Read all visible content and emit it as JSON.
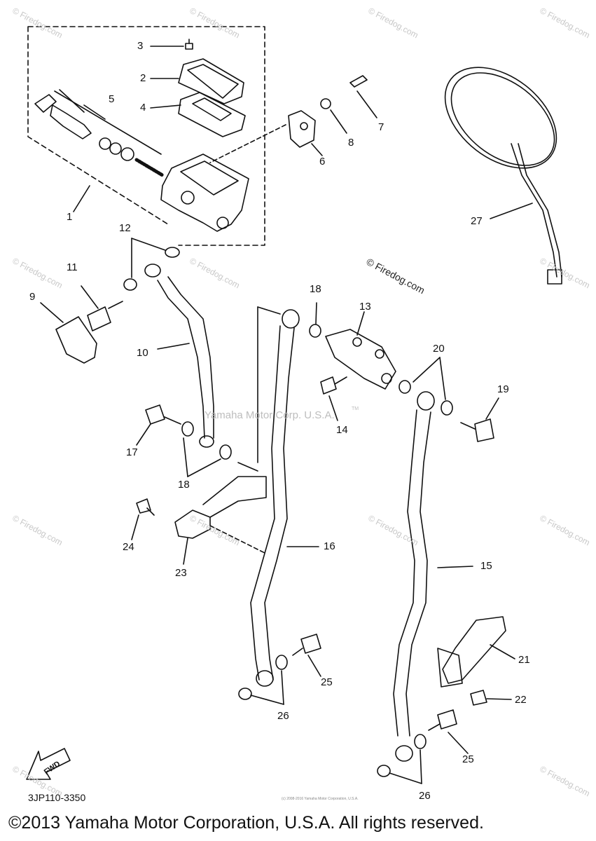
{
  "watermark": {
    "site": "© Firedog.com",
    "center_text": "Yamaha Motor Corp. U.S.A.",
    "tm": "TM"
  },
  "diagram": {
    "code": "3JP110-3350",
    "fwd_label": "FWD",
    "small_copyright": "(c) 2008-2016 Yamaha Motor Corporation, U.S.A."
  },
  "footer": {
    "copyright": "©2013 Yamaha Motor Corporation, U.S.A. All rights reserved."
  },
  "callouts": [
    {
      "id": "p1",
      "text": "1"
    },
    {
      "id": "p2",
      "text": "2"
    },
    {
      "id": "p3",
      "text": "3"
    },
    {
      "id": "p4",
      "text": "4"
    },
    {
      "id": "p5",
      "text": "5"
    },
    {
      "id": "p6",
      "text": "6"
    },
    {
      "id": "p7",
      "text": "7"
    },
    {
      "id": "p8",
      "text": "8"
    },
    {
      "id": "p9",
      "text": "9"
    },
    {
      "id": "p10",
      "text": "10"
    },
    {
      "id": "p11",
      "text": "11"
    },
    {
      "id": "p12",
      "text": "12"
    },
    {
      "id": "p13",
      "text": "13"
    },
    {
      "id": "p14",
      "text": "14"
    },
    {
      "id": "p15",
      "text": "15"
    },
    {
      "id": "p16",
      "text": "16"
    },
    {
      "id": "p17",
      "text": "17"
    },
    {
      "id": "p18a",
      "text": "18"
    },
    {
      "id": "p18b",
      "text": "18"
    },
    {
      "id": "p19",
      "text": "19"
    },
    {
      "id": "p20",
      "text": "20"
    },
    {
      "id": "p21",
      "text": "21"
    },
    {
      "id": "p22",
      "text": "22"
    },
    {
      "id": "p23",
      "text": "23"
    },
    {
      "id": "p24",
      "text": "24"
    },
    {
      "id": "p25a",
      "text": "25"
    },
    {
      "id": "p25b",
      "text": "25"
    },
    {
      "id": "p26a",
      "text": "26"
    },
    {
      "id": "p26b",
      "text": "26"
    },
    {
      "id": "p27",
      "text": "27"
    }
  ]
}
